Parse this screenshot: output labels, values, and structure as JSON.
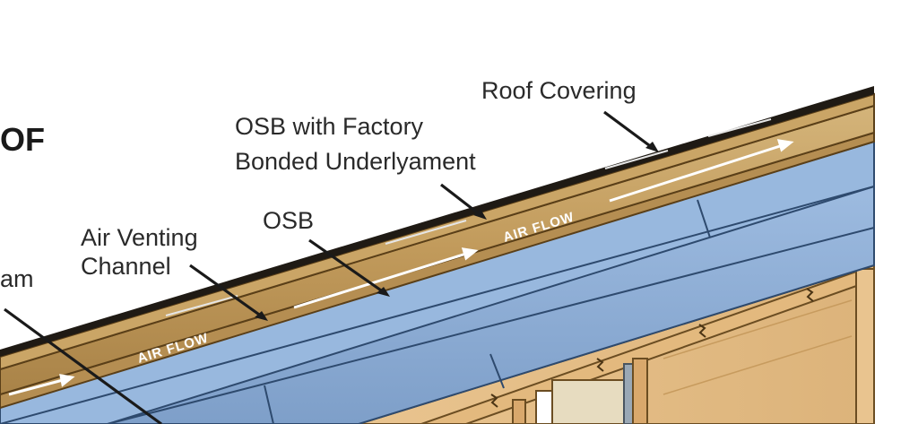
{
  "title_fragment": "OF",
  "labels": {
    "roof_covering": "Roof Covering",
    "osb_factory_line1": "OSB with Factory",
    "osb_factory_line2": "Bonded Underlyament",
    "osb": "OSB",
    "air_venting_line1": "Air Venting",
    "air_venting_line2": "Channel",
    "partial_left": "am"
  },
  "air_flow_labels": [
    "AIR FLOW",
    "AIR FLOW"
  ],
  "colors": {
    "osb": "#c9a86a",
    "osb_dark": "#8c6a34",
    "insulation_blue": "#8fb0d6",
    "insulation_line": "#2e4a6e",
    "wood_light": "#e8c38e",
    "roof_covering": "#1f1a14"
  }
}
